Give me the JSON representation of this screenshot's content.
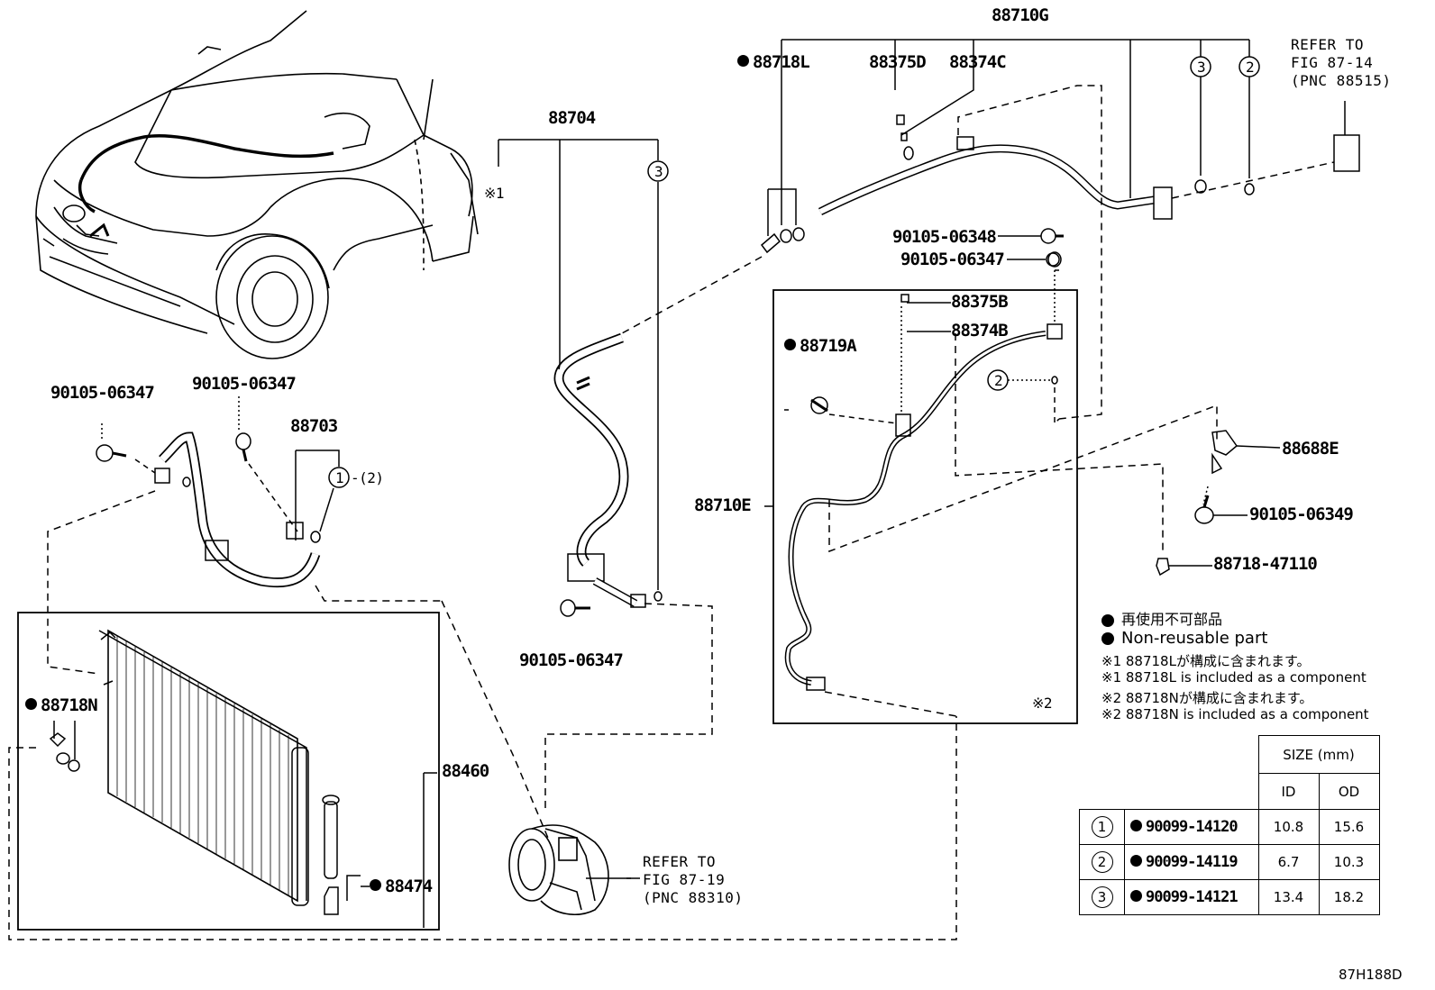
{
  "labels": {
    "p88710G": "88710G",
    "p88718L": "88718L",
    "p88375D": "88375D",
    "p88374C": "88374C",
    "p88704": "88704",
    "mark1": "※1",
    "bolt_06348": "90105-06348",
    "bolt_06347_a": "90105-06347",
    "p88375B": "88375B",
    "p88374B": "88374B",
    "p88719A": "88719A",
    "p88710E": "88710E",
    "p88688E": "88688E",
    "bolt_06349": "90105-06349",
    "p88718_47110": "88718-47110",
    "bolt_06347_b": "90105-06347",
    "bolt_06347_c": "90105-06347",
    "p88703": "88703",
    "ring1_qty": "-(2)",
    "bolt_06347_d": "90105-06347",
    "p88718N": "88718N",
    "p88460": "88460",
    "p88474": "88474",
    "mark2": "※2",
    "circle1": "1",
    "circle2": "2",
    "circle3": "3"
  },
  "refers": {
    "top_right": "REFER TO\nFIG 87-14\n(PNC 88515)",
    "compressor": "REFER TO\nFIG 87-19\n(PNC 88310)"
  },
  "legend": {
    "jp_nonreusable": "再使用不可部品",
    "en_nonreusable": "Non-reusable part",
    "note1_jp": "※1 88718Lが構成に含まれます。",
    "note1_en": "※1 88718L is included as a component",
    "note2_jp": "※2 88718Nが構成に含まれます。",
    "note2_en": "※2 88718N is included as a component"
  },
  "size_table": {
    "header": "SIZE (mm)",
    "col_id": "ID",
    "col_od": "OD",
    "rows": [
      {
        "no": "1",
        "part": "90099-14120",
        "id": "10.8",
        "od": "15.6"
      },
      {
        "no": "2",
        "part": "90099-14119",
        "id": "6.7",
        "od": "10.3"
      },
      {
        "no": "3",
        "part": "90099-14121",
        "id": "13.4",
        "od": "18.2"
      }
    ]
  },
  "figure_code": "87H188D"
}
